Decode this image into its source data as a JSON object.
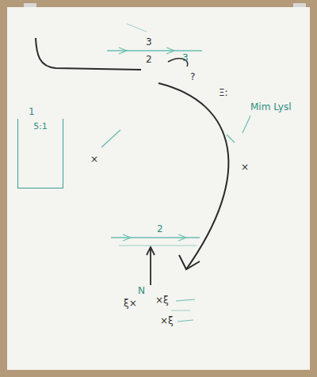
{
  "diagram": {
    "nodes": [
      {
        "text": [
          "5:1"
        ]
      }
    ],
    "labels": [
      "3",
      "2",
      "3",
      "?",
      "Ξ:",
      "Mim Lysl",
      "×",
      "×",
      "1",
      "2",
      "N",
      "ξ×",
      "×ξ",
      "×ξ"
    ]
  }
}
